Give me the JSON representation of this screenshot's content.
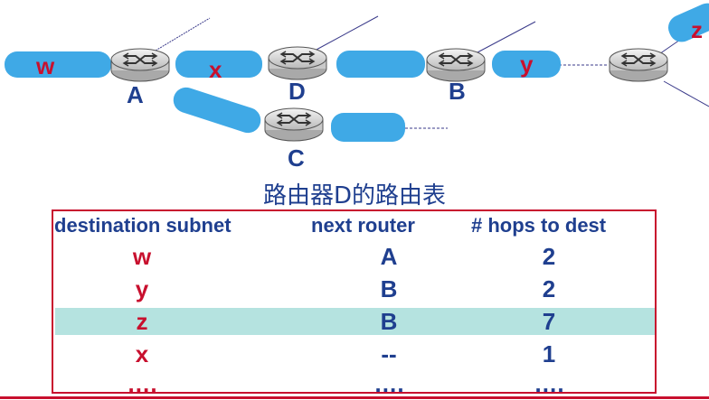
{
  "networks": {
    "w": "w",
    "x": "x",
    "y": "y",
    "z": "z"
  },
  "routers": {
    "A": "A",
    "B": "B",
    "C": "C",
    "D": "D"
  },
  "table": {
    "title": "路由器D的路由表",
    "headers": {
      "destination": "destination subnet",
      "next": "next  router",
      "hops": "# hops to dest"
    },
    "rows": [
      {
        "dest": "w",
        "next": "A",
        "hops": "2"
      },
      {
        "dest": "y",
        "next": "B",
        "hops": "2"
      },
      {
        "dest": "z",
        "next": "B",
        "hops": "7"
      },
      {
        "dest": "x",
        "next": "--",
        "hops": "1"
      },
      {
        "dest": "….",
        "next": "….",
        "hops": "…."
      }
    ],
    "highlighted_row": "z"
  },
  "colors": {
    "network_blob": "#3fa9e6",
    "network_blob_dark": "#2a87c7",
    "label_red": "#c8102e",
    "label_blue": "#1f3f8f",
    "highlight": "#b5e3e0",
    "router_fill": "#e6e6e6"
  }
}
